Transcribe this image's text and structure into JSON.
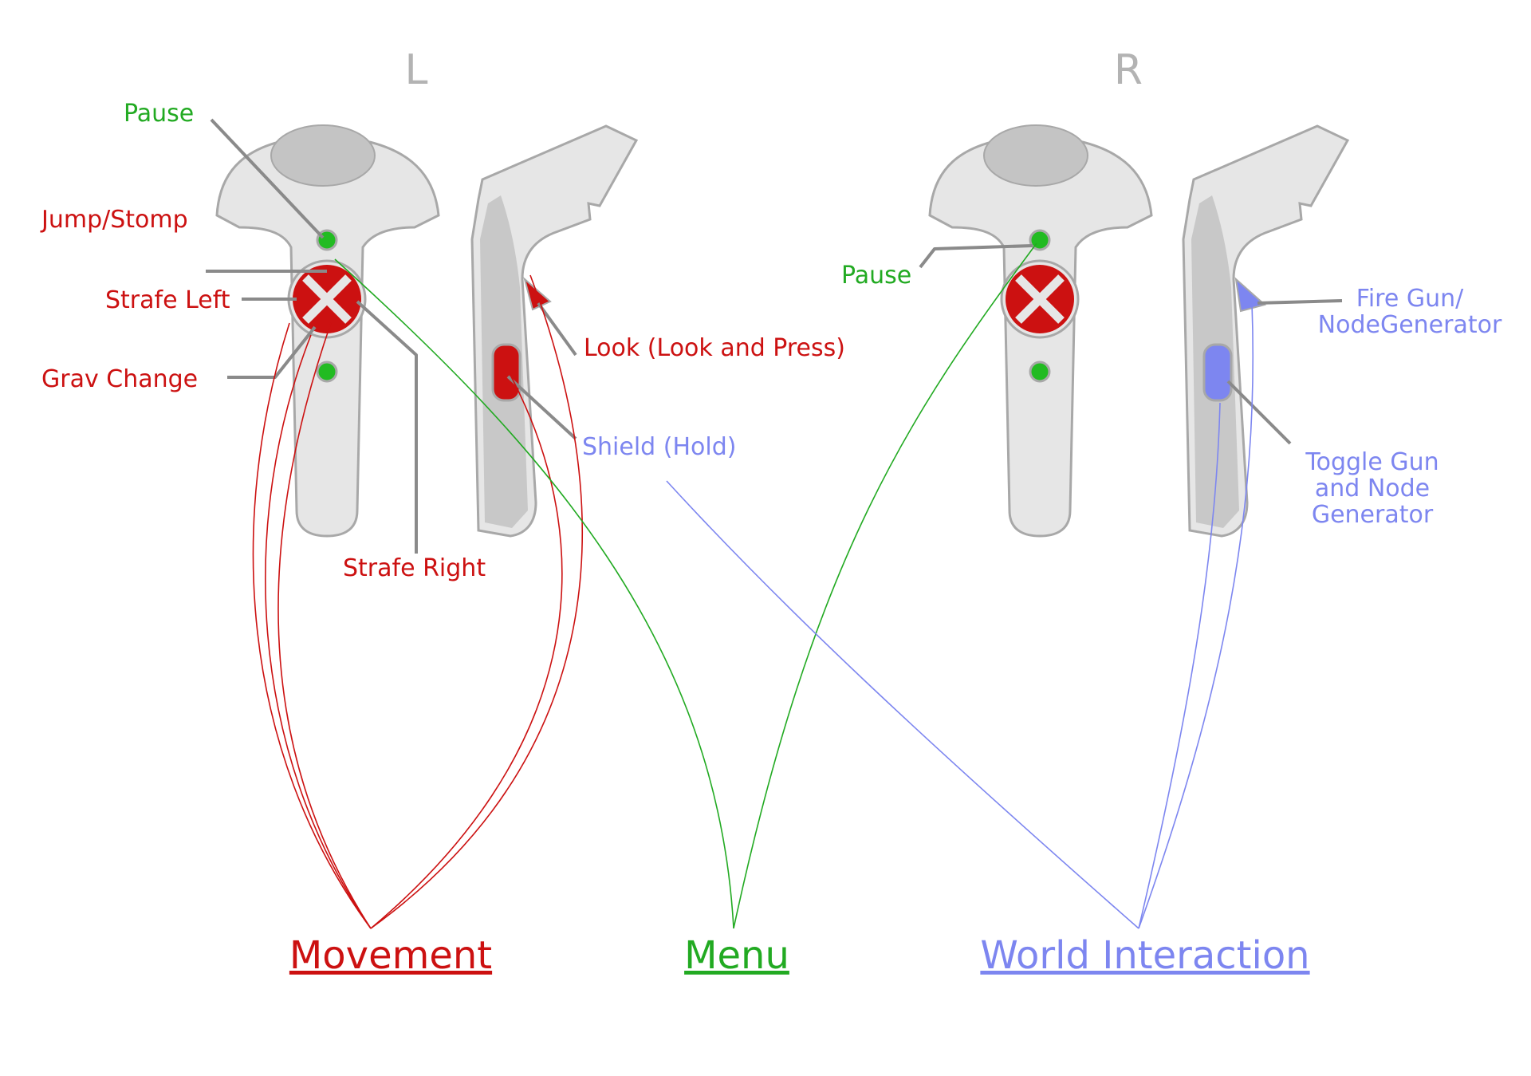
{
  "sides": {
    "left": "L",
    "right": "R"
  },
  "left_labels": {
    "pause": "Pause",
    "jump": "Jump/Stomp",
    "strafe_left": "Strafe Left",
    "grav_change": "Grav Change",
    "strafe_right": "Strafe Right",
    "look": "Look (Look and Press)",
    "shield": "Shield (Hold)"
  },
  "right_labels": {
    "pause": "Pause",
    "fire_line1": "Fire Gun/",
    "fire_line2": "NodeGenerator",
    "toggle_line1": "Toggle Gun",
    "toggle_line2": "and Node",
    "toggle_line3": "Generator"
  },
  "categories": {
    "movement": "Movement",
    "menu": "Menu",
    "world": "World Interaction"
  },
  "colors": {
    "movement": "#cc1111",
    "menu": "#22aa22",
    "world": "#7d86f0",
    "controller": "#e6e6e6"
  }
}
